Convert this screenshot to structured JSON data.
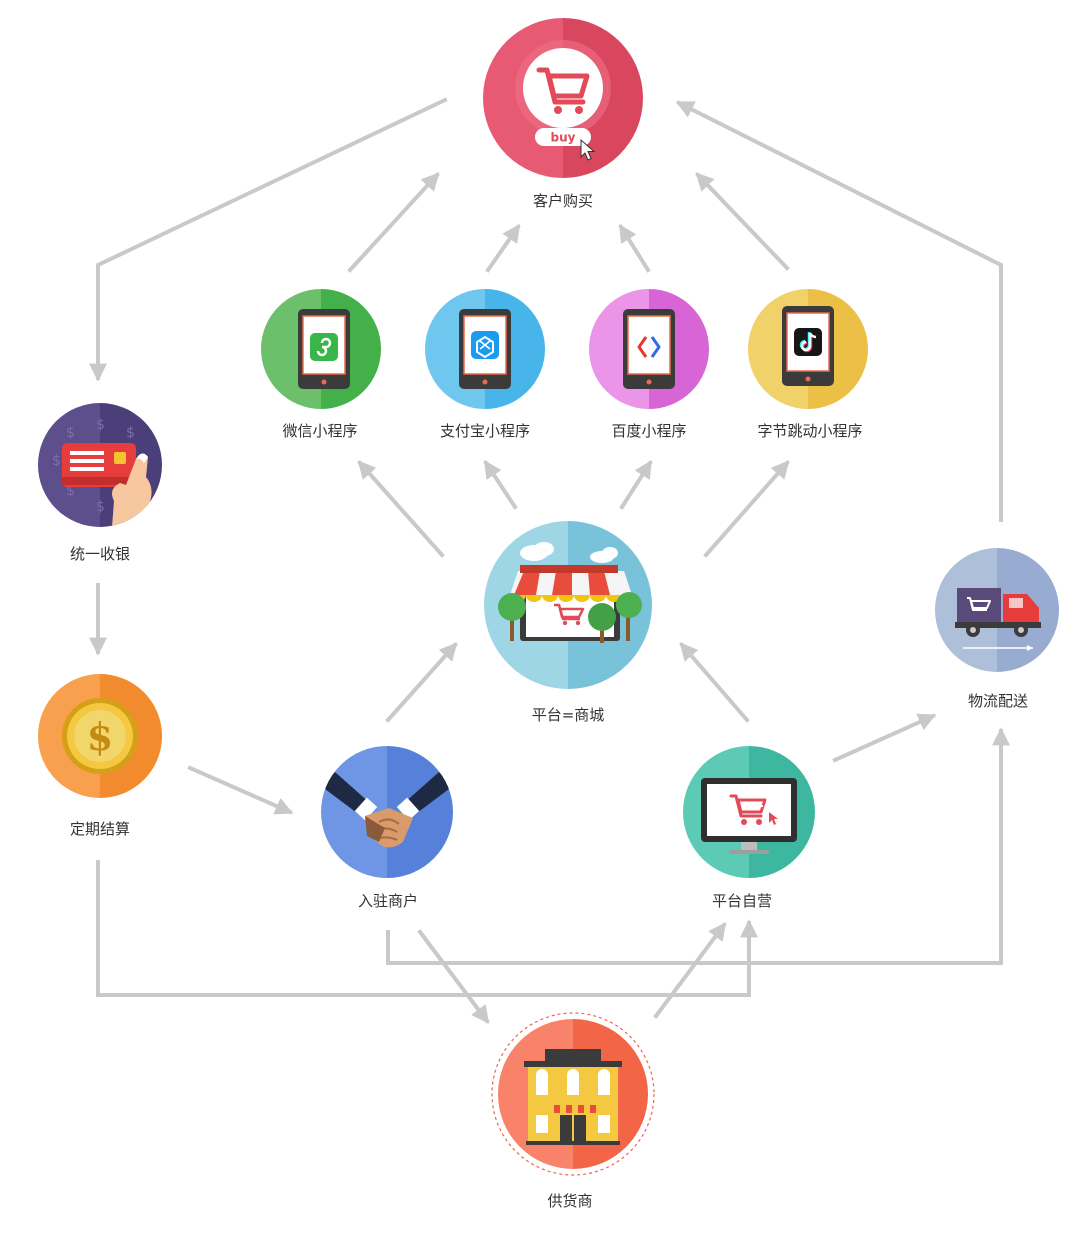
{
  "nodes": {
    "customer_purchase": {
      "label": "客户购买",
      "button_text": "buy",
      "colors": [
        "#e85a74",
        "#d9475f"
      ]
    },
    "wechat_mini": {
      "label": "微信小程序",
      "colors": [
        "#6cc06b",
        "#44b04a"
      ]
    },
    "alipay_mini": {
      "label": "支付宝小程序",
      "colors": [
        "#6fc7ef",
        "#47b5ea"
      ]
    },
    "baidu_mini": {
      "label": "百度小程序",
      "colors": [
        "#ea95e8",
        "#d865d6"
      ]
    },
    "bytedance_mini": {
      "label": "字节跳动小程序",
      "colors": [
        "#f1d16a",
        "#ecc047"
      ]
    },
    "unified_cashier": {
      "label": "统一收银",
      "colors": [
        "#5c4f8b",
        "#4a3f78"
      ]
    },
    "platform_mall": {
      "label": "平台=商城",
      "colors": [
        "#9fd6e6",
        "#78c3da"
      ]
    },
    "logistics": {
      "label": "物流配送",
      "colors": [
        "#aebfd9",
        "#97acd0"
      ]
    },
    "periodic_settlement": {
      "label": "定期结算",
      "colors": [
        "#f8a04e",
        "#f28b2d"
      ]
    },
    "merchants": {
      "label": "入驻商户",
      "colors": [
        "#6f96e5",
        "#5680d9"
      ]
    },
    "self_operated": {
      "label": "平台自营",
      "colors": [
        "#5ccab5",
        "#3db79f"
      ]
    },
    "supplier": {
      "label": "供货商",
      "colors": [
        "#f8836a",
        "#f26547"
      ]
    }
  },
  "colors": {
    "arrow": "#c9c9c9",
    "label": "#333333",
    "cart_red": "#e24a57"
  }
}
